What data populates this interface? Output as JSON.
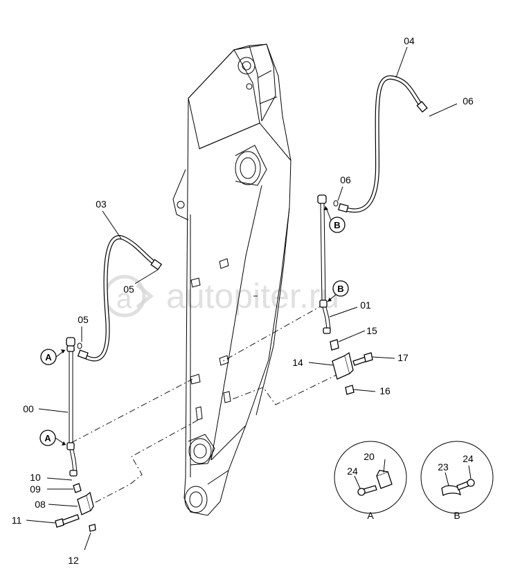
{
  "watermark": "autopiter.ru",
  "part_labels": {
    "p00": "00",
    "p01": "01",
    "p03": "03",
    "p04": "04",
    "p05a": "05",
    "p05b": "05",
    "p06a": "06",
    "p06b": "06",
    "p08": "08",
    "p09": "09",
    "p10": "10",
    "p11": "11",
    "p12": "12",
    "p14": "14",
    "p15": "15",
    "p16": "16",
    "p17": "17",
    "p20": "20",
    "p23": "23",
    "p24a": "24",
    "p24b": "24"
  },
  "callouts": {
    "a_upper": "A",
    "a_lower": "A",
    "b_upper": "B",
    "b_lower": "B"
  },
  "detail_views": {
    "a": "A",
    "b": "B"
  }
}
